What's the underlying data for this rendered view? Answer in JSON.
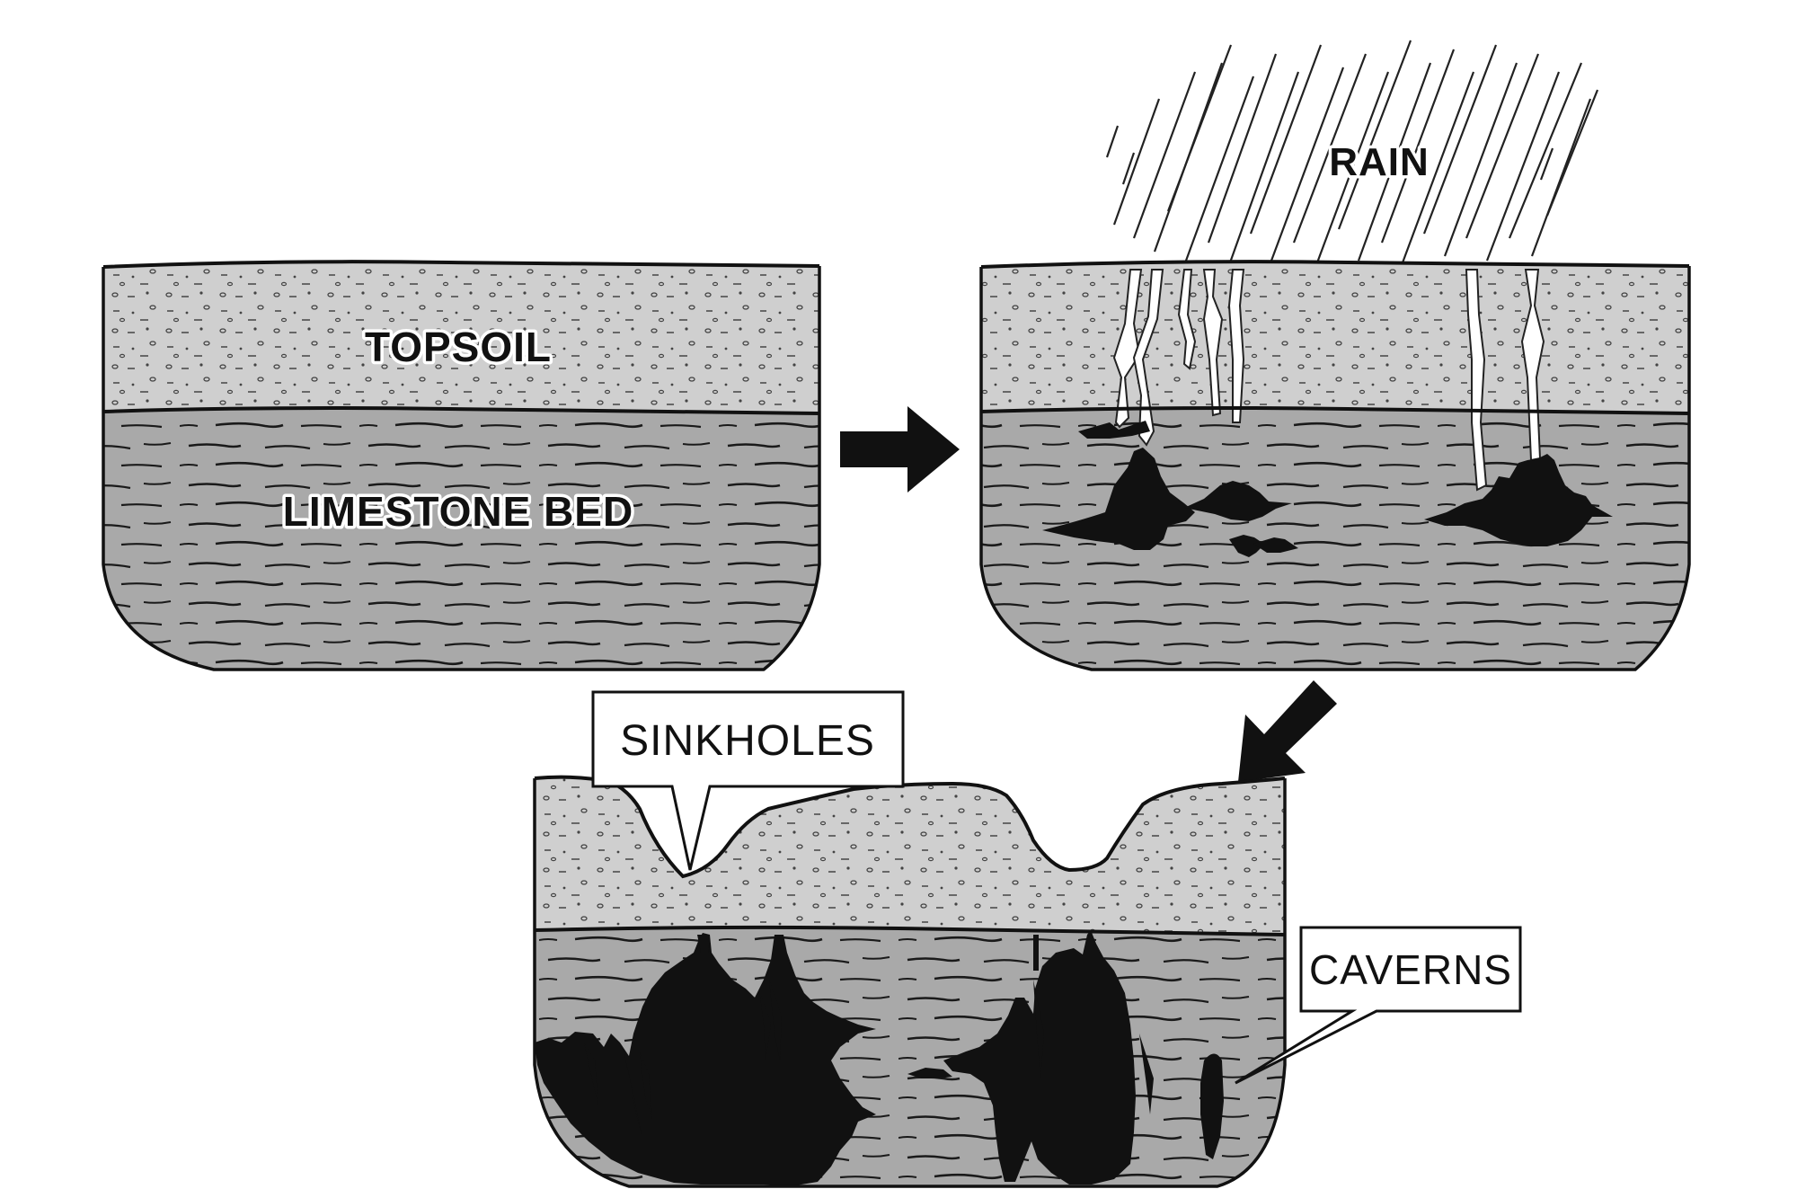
{
  "panels": {
    "before": {
      "topsoil_label": "TOPSOIL",
      "limestone_label": "LIMESTONE BED"
    },
    "weathering": {
      "rain_label": "RAIN"
    },
    "result": {
      "sinkholes_label": "SINKHOLES",
      "caverns_label": "CAVERNS"
    }
  },
  "colors": {
    "topsoil": "#cfcfcf",
    "limestone": "#a9a9a9",
    "cavity": "#111111",
    "ink": "#111111"
  }
}
